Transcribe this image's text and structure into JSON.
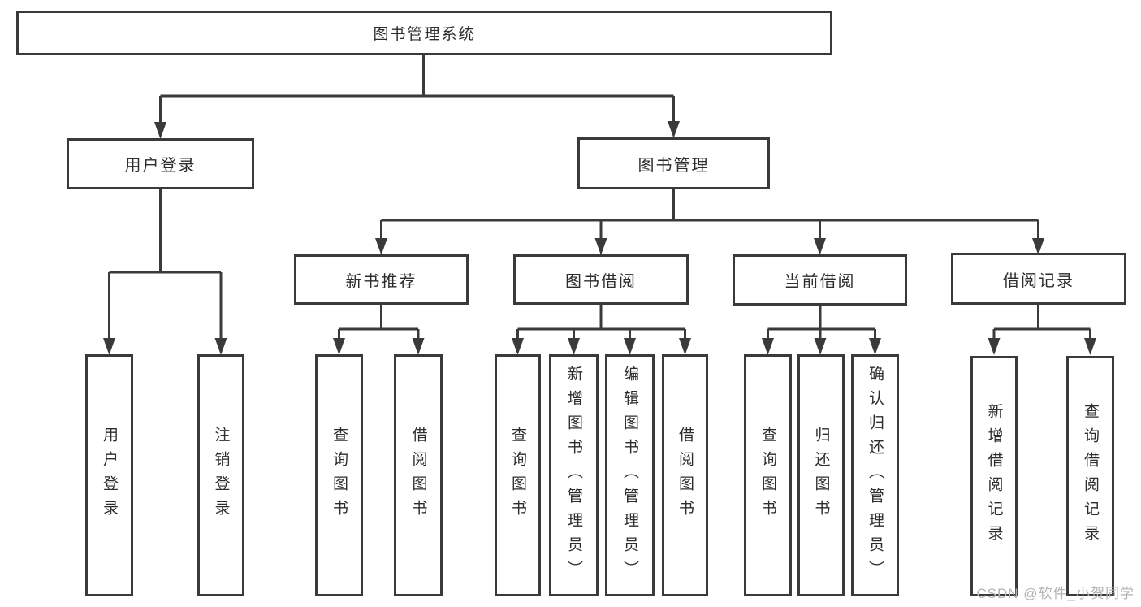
{
  "diagram": {
    "root": {
      "label": "图书管理系统"
    },
    "branches": [
      {
        "label": "用户登录",
        "children": [
          "用户登录",
          "注销登录"
        ]
      },
      {
        "label": "图书管理",
        "sections": [
          {
            "label": "新书推荐",
            "children": [
              "查询图书",
              "借阅图书"
            ]
          },
          {
            "label": "图书借阅",
            "children": [
              "查询图书",
              "新增图书（管理员）",
              "编辑图书（管理员）",
              "借阅图书"
            ]
          },
          {
            "label": "当前借阅",
            "children": [
              "查询图书",
              "归还图书",
              "确认归还（管理员）"
            ]
          },
          {
            "label": "借阅记录",
            "children": [
              "新增借阅记录",
              "查询借阅记录"
            ]
          }
        ]
      }
    ]
  },
  "watermark": {
    "text": "CSDN @软件_小贺同学"
  },
  "colors": {
    "line": "#3a3a3a",
    "text": "#2d2d2d",
    "background": "#ffffff",
    "watermark": "#b3b3b3"
  }
}
